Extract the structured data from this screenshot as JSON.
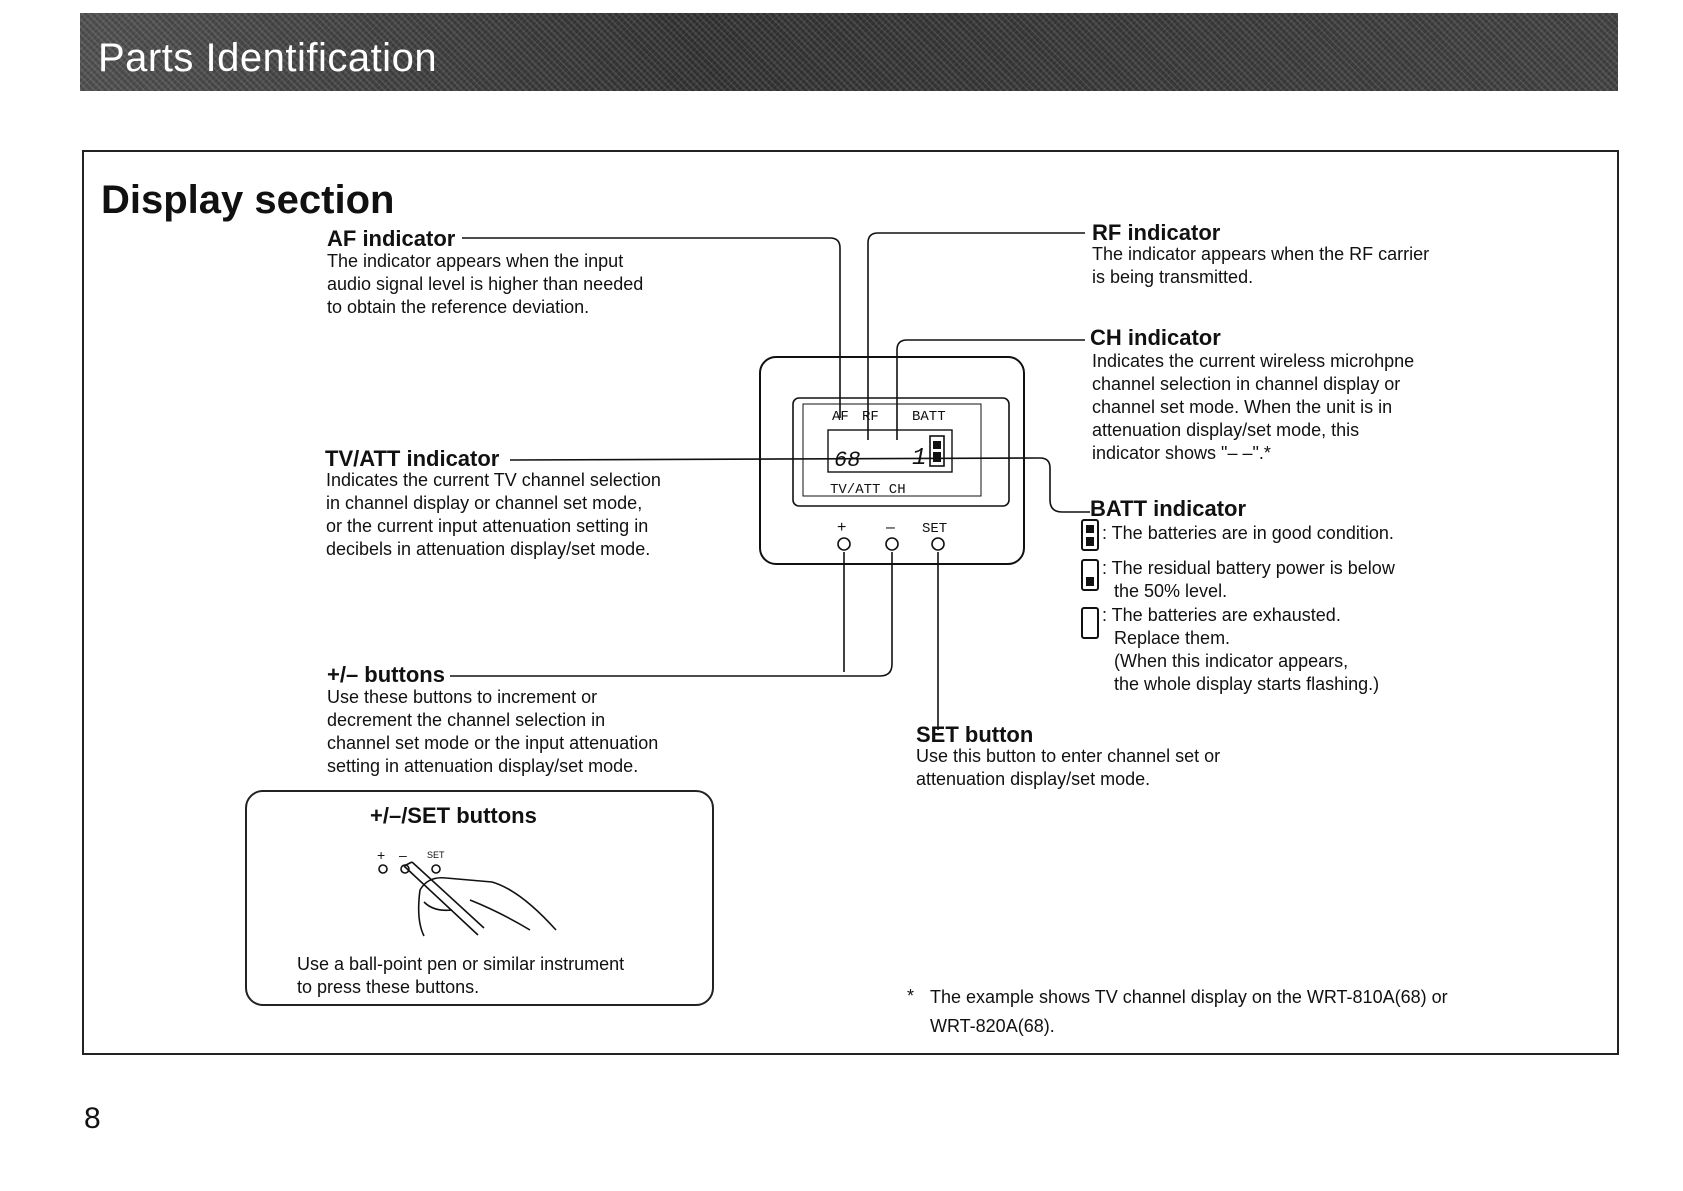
{
  "header": {
    "title": "Parts Identification"
  },
  "section": {
    "title": "Display section"
  },
  "af": {
    "heading": "AF indicator",
    "desc": [
      "The indicator appears when the input",
      "audio signal level is higher than needed",
      "to obtain the reference deviation."
    ]
  },
  "rf": {
    "heading": "RF indicator",
    "desc": [
      "The indicator appears when the RF carrier",
      "is being transmitted."
    ]
  },
  "ch": {
    "heading": "CH indicator",
    "desc": [
      "Indicates the current wireless microhpne",
      "channel selection in channel display or",
      "channel set mode.  When the unit is in",
      "attenuation display/set mode, this",
      "indicator shows \"– –\".*"
    ]
  },
  "tvatt": {
    "heading": "TV/ATT indicator",
    "desc": [
      "Indicates the current TV channel selection",
      "in channel display or channel set mode,",
      "or the current input attenuation setting in",
      "decibels in attenuation display/set mode."
    ]
  },
  "batt": {
    "heading": "BATT indicator",
    "states": [
      {
        "icon": "battery-full-icon",
        "lines": [
          ": The batteries are in good condition."
        ]
      },
      {
        "icon": "battery-half-icon",
        "lines": [
          ": The residual battery power is below",
          "the 50% level."
        ]
      },
      {
        "icon": "battery-empty-icon",
        "lines": [
          ": The batteries are exhausted.",
          "Replace them.",
          "(When this indicator appears,",
          "the whole display starts flashing.)"
        ]
      }
    ]
  },
  "plusminus": {
    "heading": "+/– buttons",
    "desc": [
      "Use these buttons to increment or",
      "decrement the channel selection in",
      "channel set mode or the input attenuation",
      "setting in attenuation display/set mode."
    ]
  },
  "set": {
    "heading": "SET button",
    "desc": [
      "Use this button to enter channel set or",
      "attenuation display/set mode."
    ]
  },
  "device": {
    "lcd_top_labels": [
      "AF",
      "RF",
      "BATT"
    ],
    "lcd_bottom_label": "TV/ATT CH",
    "lcd_tv_digits": "68",
    "lcd_ch_digits": "1",
    "button_labels": [
      "+",
      "–",
      "SET"
    ]
  },
  "inset": {
    "title": "+/–/SET buttons",
    "button_labels": [
      "+",
      "–",
      "SET"
    ],
    "desc": [
      "Use a ball-point pen or similar instrument",
      "to press these buttons."
    ]
  },
  "footnote": {
    "mark": "*",
    "lines": [
      "The example shows TV channel display on the WRT-810A(68) or",
      "WRT-820A(68)."
    ]
  },
  "page_number": "8"
}
